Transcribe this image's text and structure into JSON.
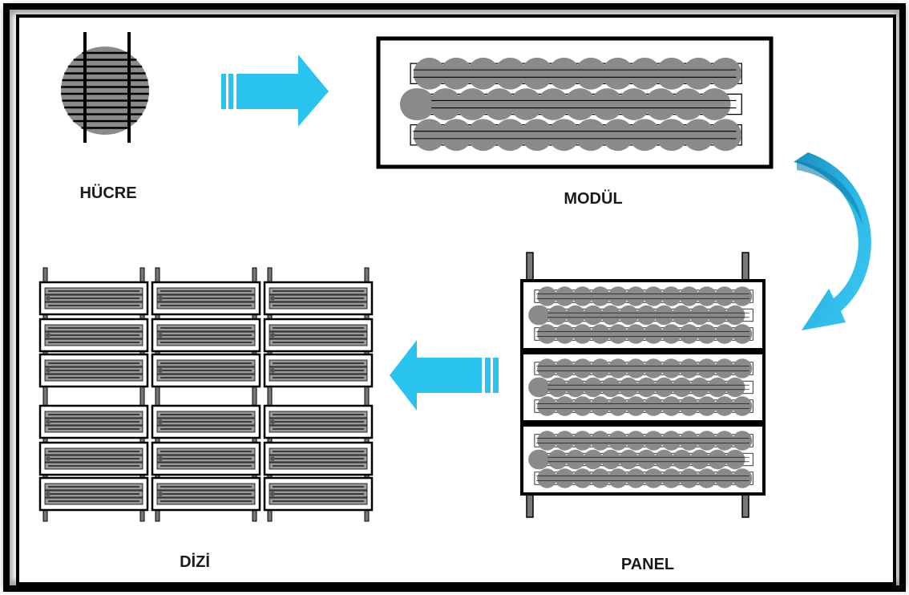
{
  "labels": {
    "cell": "HÜCRE",
    "module": "MODÜL",
    "panel": "PANEL",
    "array": "DİZİ"
  },
  "colors": {
    "arrow_light": "#29c3ef",
    "arrow_dark": "#1aa3cf",
    "cell_fill": "#8a8a8a",
    "frame": "#000000",
    "background": "#ffffff"
  }
}
